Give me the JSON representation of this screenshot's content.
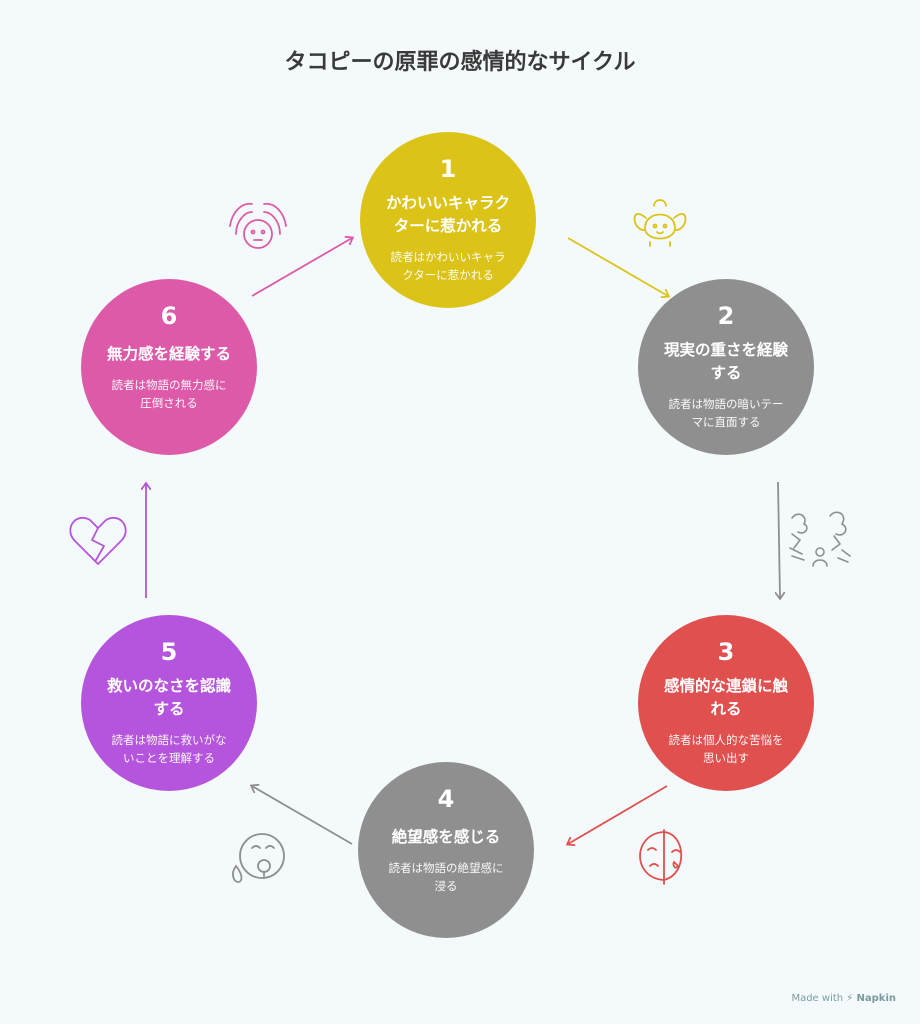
{
  "title": "タコピーの原罪の感情的なサイクル",
  "nodes": [
    {
      "num": "1",
      "title": "かわいいキャラクターに惹かれる",
      "title_l1": "かわいいキャラク",
      "title_l2": "ターに惹かれる",
      "desc_l1": "読者はかわいいキャラ",
      "desc_l2": "クターに惹かれる",
      "color": "#dcc317",
      "icon": "cute-creature-icon"
    },
    {
      "num": "2",
      "title_l1": "現実の重さを経験",
      "title_l2": "する",
      "desc_l1": "読者は物語の暗いテー",
      "desc_l2": "マに直面する",
      "color": "#8f8f8f",
      "icon": "storm-person-icon"
    },
    {
      "num": "3",
      "title_l1": "感情的な連鎖に触",
      "title_l2": "れる",
      "desc_l1": "読者は個人的な苦悩を",
      "desc_l2": "思い出す",
      "color": "#e0504f",
      "icon": "sad-mask-icon"
    },
    {
      "num": "4",
      "title_l1": "絶望感を感じる",
      "desc_l1": "読者は物語の絶望感に",
      "desc_l2": "浸る",
      "color": "#8f8f8f",
      "icon": "crying-face-icon"
    },
    {
      "num": "5",
      "title_l1": "救いのなさを認識",
      "title_l2": "する",
      "desc_l1": "読者は物語に救いがな",
      "desc_l2": "いことを理解する",
      "color": "#b554dd",
      "icon": "broken-heart-icon"
    },
    {
      "num": "6",
      "title_l1": "無力感を経験する",
      "desc_l1": "読者は物語の無力感に",
      "desc_l2": "圧倒される",
      "color": "#dd5aa9",
      "icon": "overwhelmed-face-icon"
    }
  ],
  "footer": {
    "made_with": "Made with",
    "brand": "Napkin"
  }
}
